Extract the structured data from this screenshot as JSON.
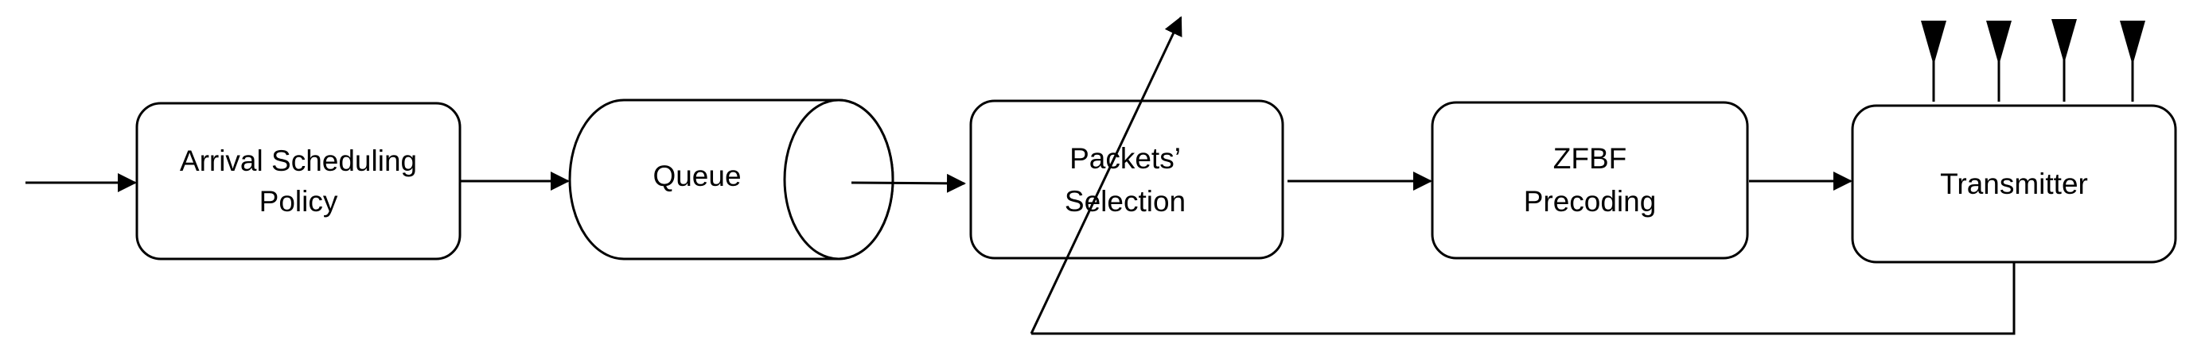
{
  "diagram": {
    "nodes": {
      "arrival": {
        "line1": "Arrival Scheduling",
        "line2": "Policy"
      },
      "queue": {
        "label": "Queue"
      },
      "selection": {
        "line1": "Packets’",
        "line2": "Selection"
      },
      "zfbf": {
        "line1": "ZFBF",
        "line2": "Precoding"
      },
      "transmitter": {
        "label": "Transmitter"
      }
    },
    "colors": {
      "stroke": "#000000",
      "fill": "#ffffff"
    },
    "antenna_count": 4
  }
}
